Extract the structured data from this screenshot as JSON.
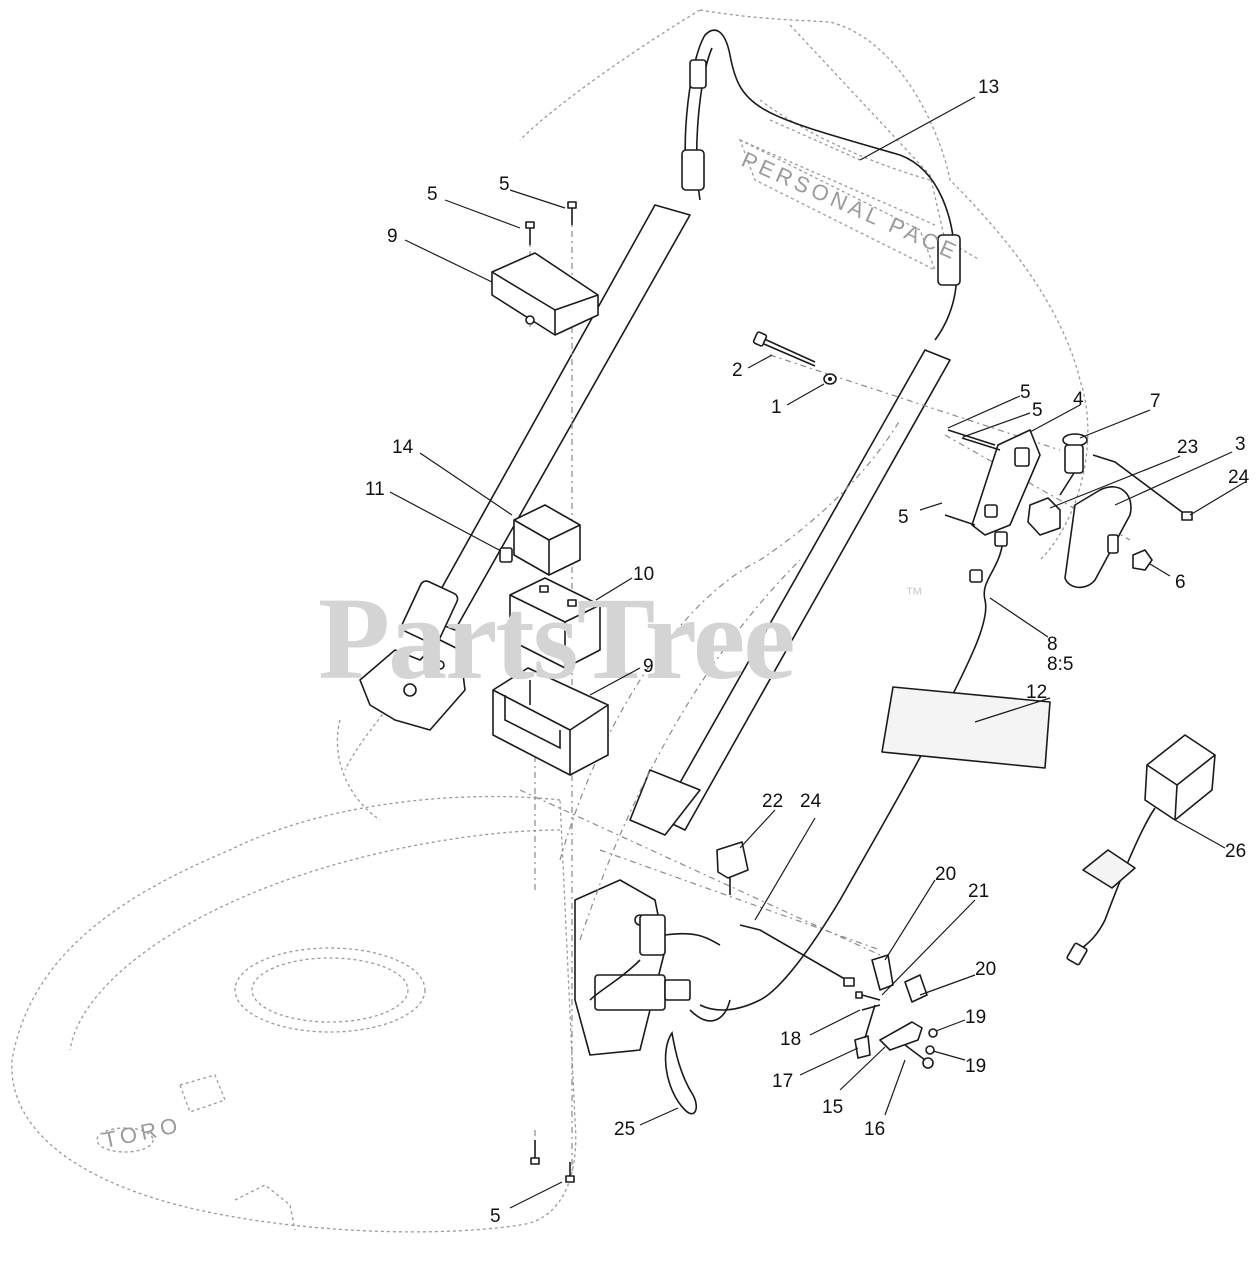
{
  "watermark": {
    "text": "PartsTree",
    "trademark": "™"
  },
  "decals": {
    "handle_text": "PERSONAL PACE",
    "deck_logo": "TORO"
  },
  "callouts": [
    {
      "id": "c13",
      "label": "13"
    },
    {
      "id": "c5a",
      "label": "5"
    },
    {
      "id": "c5b",
      "label": "5"
    },
    {
      "id": "c9a",
      "label": "9"
    },
    {
      "id": "c2",
      "label": "2"
    },
    {
      "id": "c1",
      "label": "1"
    },
    {
      "id": "c5c",
      "label": "5"
    },
    {
      "id": "c5d",
      "label": "5"
    },
    {
      "id": "c4",
      "label": "4"
    },
    {
      "id": "c7",
      "label": "7"
    },
    {
      "id": "c23",
      "label": "23"
    },
    {
      "id": "c3",
      "label": "3"
    },
    {
      "id": "c24a",
      "label": "24"
    },
    {
      "id": "c5e",
      "label": "5"
    },
    {
      "id": "c14",
      "label": "14"
    },
    {
      "id": "c11",
      "label": "11"
    },
    {
      "id": "c6",
      "label": "6"
    },
    {
      "id": "c10",
      "label": "10"
    },
    {
      "id": "c8",
      "label": "8"
    },
    {
      "id": "c85",
      "label": "8:5"
    },
    {
      "id": "c9b",
      "label": "9"
    },
    {
      "id": "c12",
      "label": "12"
    },
    {
      "id": "c22",
      "label": "22"
    },
    {
      "id": "c24b",
      "label": "24"
    },
    {
      "id": "c26",
      "label": "26"
    },
    {
      "id": "c20a",
      "label": "20"
    },
    {
      "id": "c21",
      "label": "21"
    },
    {
      "id": "c20b",
      "label": "20"
    },
    {
      "id": "c19a",
      "label": "19"
    },
    {
      "id": "c18",
      "label": "18"
    },
    {
      "id": "c19b",
      "label": "19"
    },
    {
      "id": "c17",
      "label": "17"
    },
    {
      "id": "c15",
      "label": "15"
    },
    {
      "id": "c16",
      "label": "16"
    },
    {
      "id": "c25",
      "label": "25"
    },
    {
      "id": "c5f",
      "label": "5"
    }
  ]
}
